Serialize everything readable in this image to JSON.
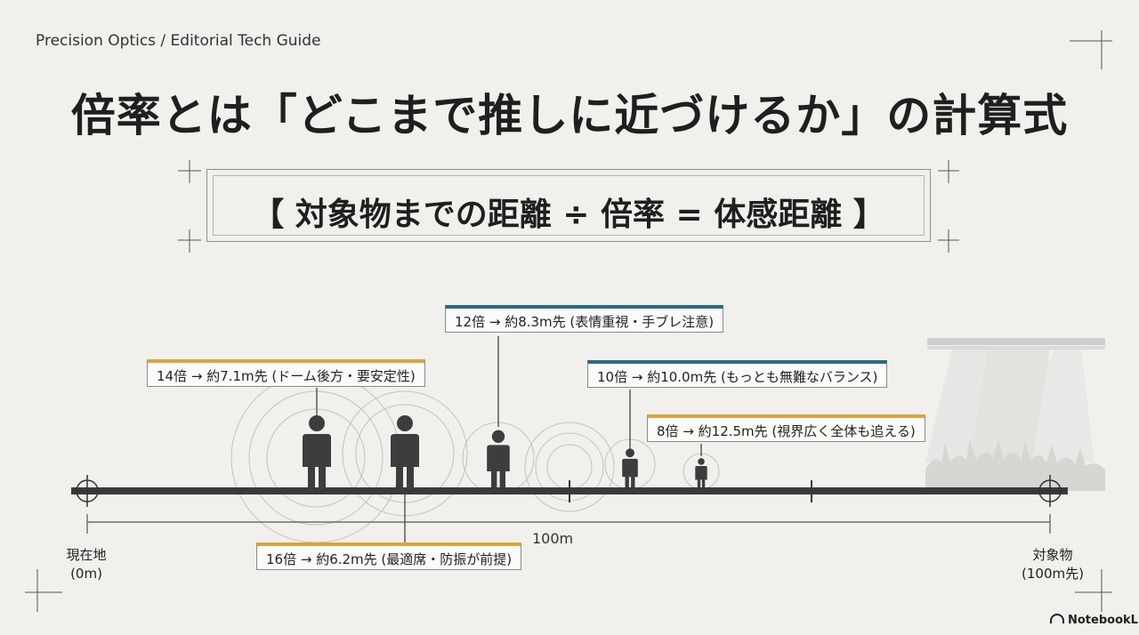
{
  "header": {
    "eyebrow": "Precision Optics / Editorial Tech Guide",
    "title": "倍率とは「どこまで推しに近づけるか」の計算式"
  },
  "formula": {
    "text": "【 対象物までの距離 ÷ 倍率 = 体感距離 】"
  },
  "distance_line": {
    "origin_label_line1": "現在地",
    "origin_label_line2": "(0m)",
    "target_label_line1": "対象物",
    "target_label_line2": "(100m先)",
    "scale_label": "100m"
  },
  "magnifications": [
    {
      "text": "16倍 → 約6.2m先 (最適席・防振が前提)",
      "accent_color": "#d9a441"
    },
    {
      "text": "14倍 → 約7.1m先 (ドーム後方・要安定性)",
      "accent_color": "#d9a441"
    },
    {
      "text": "12倍 → 約8.3m先 (表情重視・手ブレ注意)",
      "accent_color": "#2b6a82"
    },
    {
      "text": "10倍 → 約10.0m先 (もっとも無難なバランス)",
      "accent_color": "#2b6a82"
    },
    {
      "text": "8倍 → 約12.5m先 (視界広く全体も追える)",
      "accent_color": "#d9a441"
    }
  ],
  "brand": {
    "name": "NotebookLM"
  },
  "icons": [
    "person-icon",
    "crosshair-icon",
    "concentric-rings-icon",
    "stage-crowd-illustration",
    "corner-mark-icon"
  ]
}
